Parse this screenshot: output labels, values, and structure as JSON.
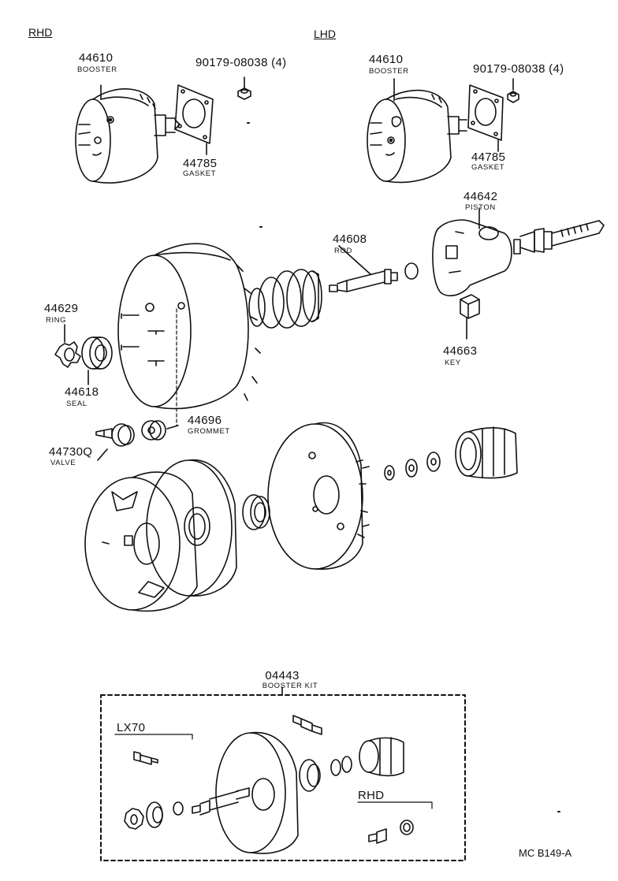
{
  "headers": {
    "rhd": "RHD",
    "lhd": "LHD"
  },
  "parts": {
    "booster_rhd": {
      "num": "44610",
      "name": "BOOSTER"
    },
    "nut_rhd": {
      "num": "90179-08038 (4)"
    },
    "gasket_rhd": {
      "num": "44785",
      "name": "GASKET"
    },
    "booster_lhd": {
      "num": "44610",
      "name": "BOOSTER"
    },
    "nut_lhd": {
      "num": "90179-08038 (4)"
    },
    "gasket_lhd": {
      "num": "44785",
      "name": "GASKET"
    },
    "piston": {
      "num": "44642",
      "name": "PISTON"
    },
    "rod": {
      "num": "44608",
      "name": "ROD"
    },
    "ring": {
      "num": "44629",
      "name": "RING"
    },
    "key": {
      "num": "44663",
      "name": "KEY"
    },
    "seal": {
      "num": "44618",
      "name": "SEAL"
    },
    "grommet": {
      "num": "44696",
      "name": "GROMMET"
    },
    "valve": {
      "num": "44730Q",
      "name": "VALVE"
    },
    "kit": {
      "num": "04443",
      "name": "BOOSTER KIT"
    }
  },
  "kit_notes": {
    "lx70": "LX70",
    "rhd": "RHD"
  },
  "footer": {
    "code": "MC B149-A"
  }
}
